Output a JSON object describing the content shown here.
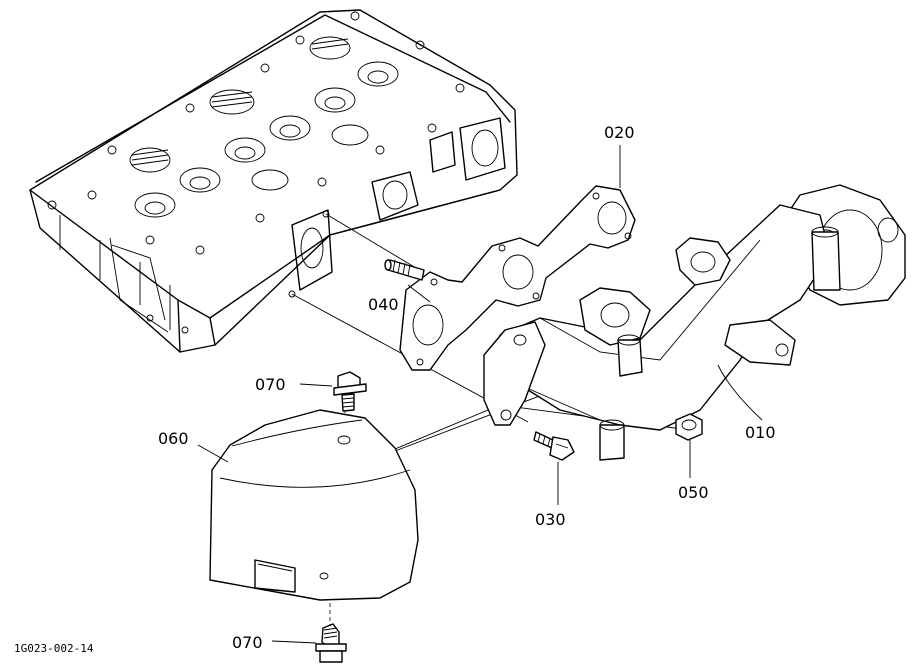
{
  "diagram_code": "1G023-002-14",
  "labels": {
    "p010": "010",
    "p020": "020",
    "p030": "030",
    "p040": "040",
    "p050": "050",
    "p060": "060",
    "p070_top": "070",
    "p070_bottom": "070"
  },
  "colors": {
    "line": "#000000",
    "background": "#ffffff"
  }
}
